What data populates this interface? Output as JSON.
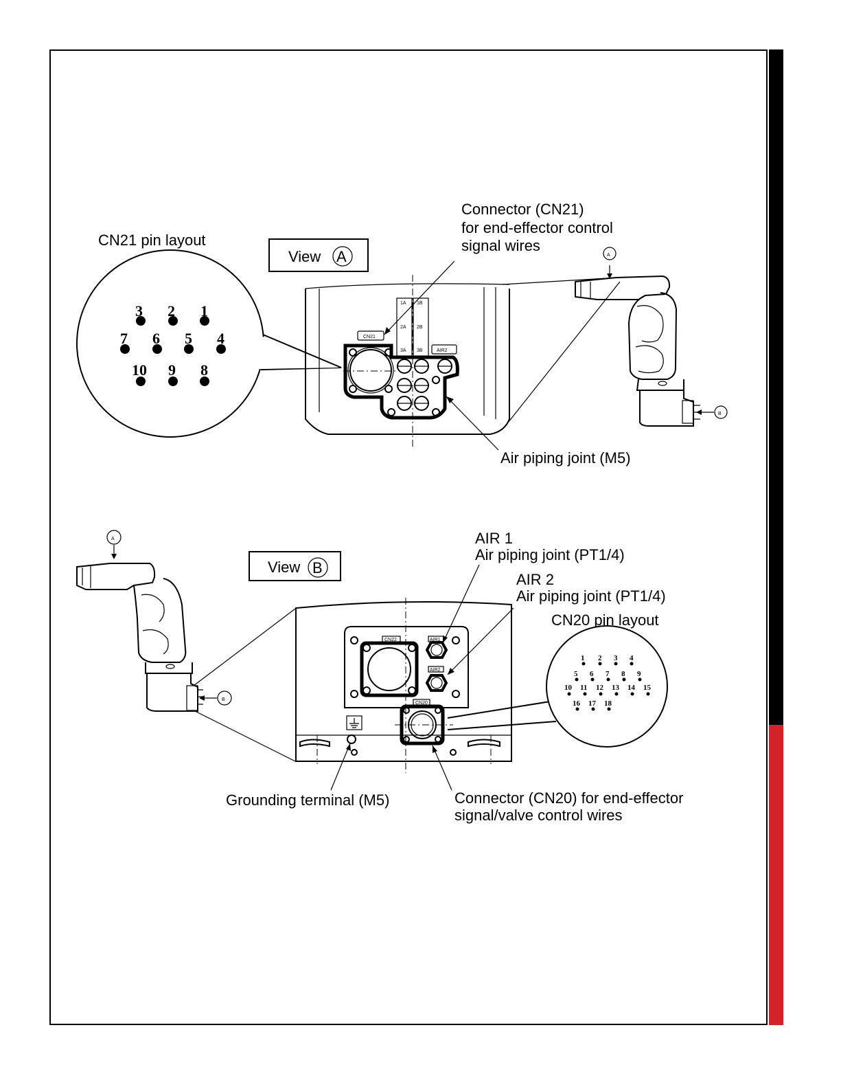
{
  "view_a": {
    "pin_layout_title": "CN21 pin layout",
    "view_label": "View",
    "view_letter": "A",
    "connector_label": [
      "Connector (CN21)",
      "for end-effector control",
      "signal wires"
    ],
    "air_joint_label": "Air piping joint (M5)",
    "pins": [
      "1",
      "2",
      "3",
      "4",
      "5",
      "6",
      "7",
      "8",
      "9",
      "10"
    ],
    "panel_tags": {
      "cn21": "CN21",
      "air2": "AIR2",
      "ports": [
        "1A",
        "1B",
        "2A",
        "2B",
        "3A",
        "3B"
      ]
    },
    "arrow_marks": [
      "A",
      "B"
    ]
  },
  "view_b": {
    "view_label": "View",
    "view_letter": "B",
    "air1_label": [
      "AIR 1",
      "Air piping joint (PT1/4)"
    ],
    "air2_label": [
      "AIR 2",
      "Air piping joint (PT1/4)"
    ],
    "pin_layout_title": "CN20 pin layout",
    "grounding_label": "Grounding terminal (M5)",
    "connector_label": [
      "Connector (CN20) for end-effector",
      "signal/valve control wires"
    ],
    "pins": [
      "1",
      "2",
      "3",
      "4",
      "5",
      "6",
      "7",
      "8",
      "9",
      "10",
      "11",
      "12",
      "13",
      "14",
      "15",
      "16",
      "17",
      "18"
    ],
    "panel_tags": {
      "cn22": "CN22",
      "air1": "AIR1",
      "air2": "AIR2",
      "cn20": "CN20"
    },
    "arrow_marks": [
      "A",
      "B"
    ]
  },
  "colors": {
    "frame": "#000000",
    "band_top": "#000000",
    "band_bottom": "#d2232a"
  }
}
